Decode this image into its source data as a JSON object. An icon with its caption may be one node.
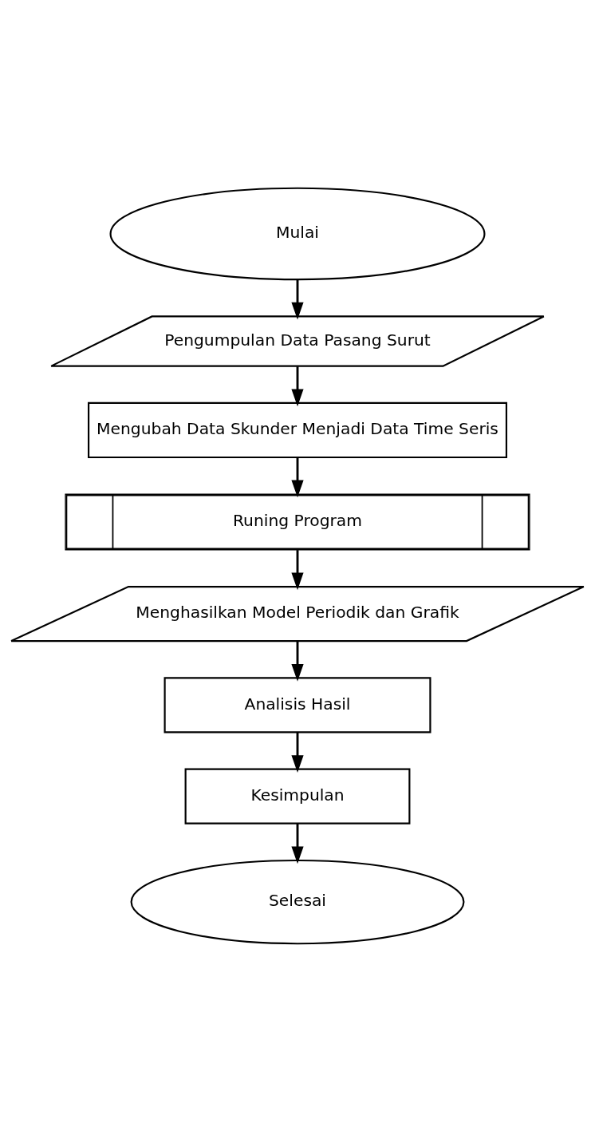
{
  "diagram": {
    "nodes": [
      {
        "text": [
          "Mulai"
        ]
      },
      {
        "text": [
          "Pengumpulan Data Pasang Surut"
        ]
      },
      {
        "text": [
          "Mengubah Data Skunder Menjadi Data Time Seris"
        ]
      },
      {
        "text": [
          "Runing Program"
        ]
      },
      {
        "text": [
          "Menghasilkan Model Periodik dan Grafik"
        ]
      },
      {
        "text": [
          "Analisis Hasil"
        ]
      },
      {
        "text": [
          "Kesimpulan"
        ]
      },
      {
        "text": [
          "Selesai"
        ]
      }
    ],
    "edges": [
      {
        "from": 0,
        "to": 1,
        "arrow": "to"
      },
      {
        "from": 1,
        "to": 2,
        "arrow": "to"
      },
      {
        "from": 2,
        "to": 3,
        "arrow": "to"
      },
      {
        "from": 3,
        "to": 4,
        "arrow": "to"
      },
      {
        "from": 4,
        "to": 5,
        "arrow": "to"
      },
      {
        "from": 5,
        "to": 6,
        "arrow": "to"
      },
      {
        "from": 6,
        "to": 7,
        "arrow": "to"
      }
    ]
  }
}
